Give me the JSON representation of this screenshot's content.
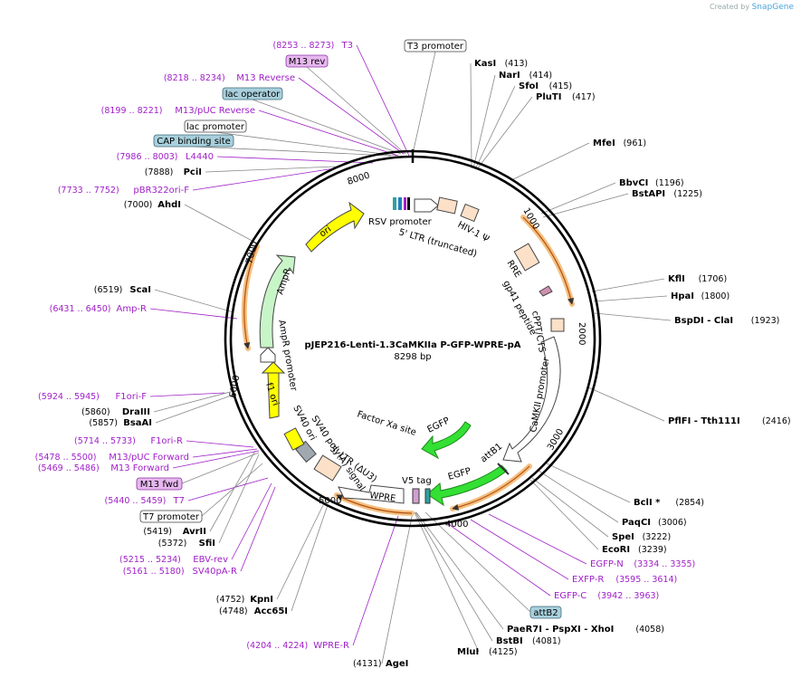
{
  "credit": {
    "prefix": "Created by",
    "brand": "SnapGene"
  },
  "plasmid": {
    "name": "pJEP216-Lenti-1.3CaMKIIa P-GFP-WPRE-pA",
    "size_label": "8298 bp"
  },
  "colors": {
    "primer": "#a020c8",
    "feature_peach": "#fce0c8",
    "yellow": "#ffff00",
    "green": "#00e000",
    "light_green": "#c8f5c8",
    "orange_band": "#f5c080",
    "boxed_primer": "#e8b8f0",
    "boxed_blue": "#a8d0dc"
  },
  "ticks": [
    "1000",
    "2000",
    "3000",
    "4000",
    "5000",
    "6000",
    "7000",
    "8000"
  ],
  "inner_features": [
    {
      "text": "RSV promoter"
    },
    {
      "text": "5' LTR (truncated)"
    },
    {
      "text": "HIV-1 Ψ"
    },
    {
      "text": "RRE"
    },
    {
      "text": "gp41 peptide"
    },
    {
      "text": "cPPT/CTS"
    },
    {
      "text": "CaMKII promoter"
    },
    {
      "text": "attB1"
    },
    {
      "text": "EGFP"
    },
    {
      "text": "EGFP"
    },
    {
      "text": "Factor Xa site"
    },
    {
      "text": "V5 tag"
    },
    {
      "text": "WPRE"
    },
    {
      "text": "3' LTR (ΔU3)"
    },
    {
      "text": "SV40 poly(A) signal"
    },
    {
      "text": "SV40 ori"
    },
    {
      "text": "f1 ori"
    },
    {
      "text": "AmpR promoter"
    },
    {
      "text": "AmpR"
    },
    {
      "text": "ori"
    }
  ],
  "right_labels": [
    {
      "name": "KasI",
      "pos": "(413)"
    },
    {
      "name": "NarI",
      "pos": "(414)"
    },
    {
      "name": "SfoI",
      "pos": "(415)"
    },
    {
      "name": "PluTI",
      "pos": "(417)"
    },
    {
      "name": "MfeI",
      "pos": "(961)"
    },
    {
      "name": "BbvCI",
      "pos": "(1196)"
    },
    {
      "name": "BstAPI",
      "pos": "(1225)"
    },
    {
      "name": "KflI",
      "pos": "(1706)"
    },
    {
      "name": "HpaI",
      "pos": "(1800)"
    },
    {
      "name": "BspDI - ClaI",
      "pos": "(1923)"
    },
    {
      "name": "PflFI - Tth111I",
      "pos": "(2416)"
    },
    {
      "name": "BclI *",
      "pos": "(2854)"
    },
    {
      "name": "PaqCI",
      "pos": "(3006)"
    },
    {
      "name": "SpeI",
      "pos": "(3222)"
    },
    {
      "name": "EcoRI",
      "pos": "(3239)"
    },
    {
      "name": "PaeR7I - PspXI - XhoI",
      "pos": "(4058)"
    },
    {
      "name": "BstBI",
      "pos": "(4081)"
    },
    {
      "name": "MluI",
      "pos": "(4125)"
    },
    {
      "name": "AgeI",
      "pos": "(4131)"
    }
  ],
  "right_primers": [
    {
      "name": "EGFP-N",
      "pos": "(3334 .. 3355)"
    },
    {
      "name": "EXFP-R",
      "pos": "(3595 .. 3614)"
    },
    {
      "name": "EGFP-C",
      "pos": "(3942 .. 3963)"
    }
  ],
  "left_labels": [
    {
      "name": "PciI",
      "pos": "(7888)"
    },
    {
      "name": "AhdI",
      "pos": "(7000)"
    },
    {
      "name": "ScaI",
      "pos": "(6519)"
    },
    {
      "name": "DraIII",
      "pos": "(5860)"
    },
    {
      "name": "BsaAI",
      "pos": "(5857)"
    },
    {
      "name": "AvrII",
      "pos": "(5419)"
    },
    {
      "name": "SfiI",
      "pos": "(5372)"
    },
    {
      "name": "KpnI",
      "pos": "(4752)"
    },
    {
      "name": "Acc65I",
      "pos": "(4748)"
    }
  ],
  "left_primers": [
    {
      "name": "T3",
      "pos": "(8253 .. 8273)"
    },
    {
      "name": "M13 Reverse",
      "pos": "(8218 .. 8234)"
    },
    {
      "name": "M13/pUC Reverse",
      "pos": "(8199 .. 8221)"
    },
    {
      "name": "L4440",
      "pos": "(7986 .. 8003)"
    },
    {
      "name": "pBR322ori-F",
      "pos": "(7733 .. 7752)"
    },
    {
      "name": "Amp-R",
      "pos": "(6431 .. 6450)"
    },
    {
      "name": "F1ori-F",
      "pos": "(5924 .. 5945)"
    },
    {
      "name": "F1ori-R",
      "pos": "(5714 .. 5733)"
    },
    {
      "name": "M13/pUC Forward",
      "pos": "(5478 .. 5500)"
    },
    {
      "name": "M13 Forward",
      "pos": "(5469 .. 5486)"
    },
    {
      "name": "T7",
      "pos": "(5440 .. 5459)"
    },
    {
      "name": "EBV-rev",
      "pos": "(5215 .. 5234)"
    },
    {
      "name": "SV40pA-R",
      "pos": "(5161 .. 5180)"
    },
    {
      "name": "WPRE-R",
      "pos": "(4204 .. 4224)"
    }
  ],
  "boxed": [
    {
      "text": "T3 promoter",
      "kind": "white"
    },
    {
      "text": "M13 rev",
      "kind": "purple"
    },
    {
      "text": "lac operator",
      "kind": "blue"
    },
    {
      "text": "lac promoter",
      "kind": "white"
    },
    {
      "text": "CAP binding site",
      "kind": "blue"
    },
    {
      "text": "M13 fwd",
      "kind": "purple"
    },
    {
      "text": "T7 promoter",
      "kind": "white"
    },
    {
      "text": "attB2",
      "kind": "blue"
    }
  ]
}
